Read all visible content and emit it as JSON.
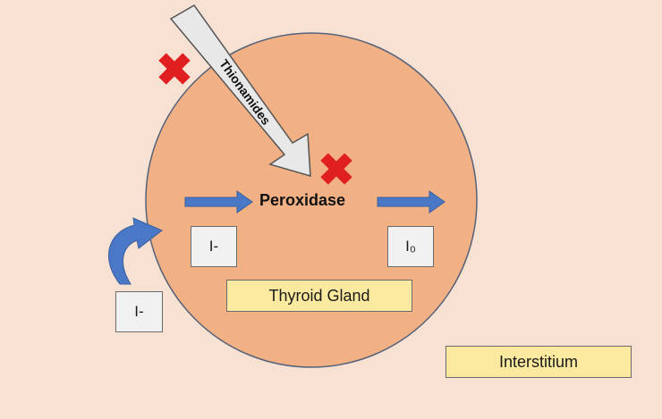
{
  "labels": {
    "peroxidase": "Peroxidase",
    "thionamides": "Thionamides",
    "thyroid_gland": "Thyroid Gland",
    "interstitium": "Interstitium",
    "iodide_inside": "I-",
    "iodide_outside": "I-",
    "iodine": "I₀"
  },
  "colors": {
    "background": "#f7e1d3",
    "gland_fill": "#f2b184",
    "arrow_blue": "#4a78c6",
    "block_red": "#e02020",
    "label_yellow": "#fbe9a0",
    "box_grey": "#f1f1f1",
    "drug_arrow": "#e8e8e8"
  },
  "icons": {
    "block_marker": "x-block-icon",
    "uptake_arrow": "curved-arrow-icon"
  }
}
